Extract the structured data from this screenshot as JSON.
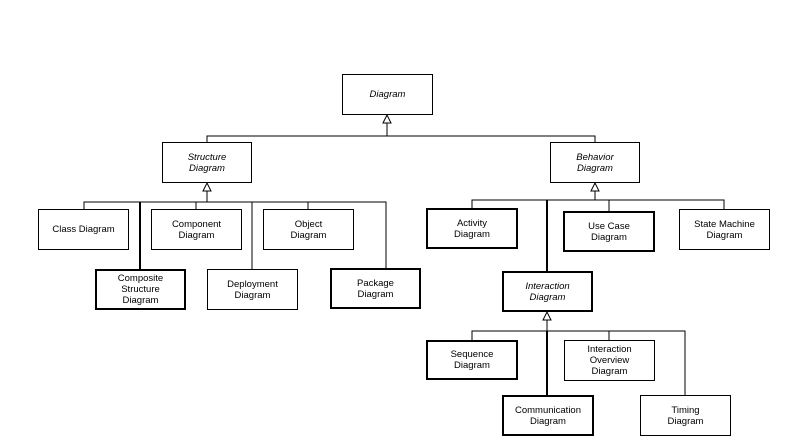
{
  "diagram": {
    "nodes": {
      "diagram": "Diagram",
      "structure": "Structure\nDiagram",
      "behavior": "Behavior\nDiagram",
      "class": "Class Diagram",
      "component": "Component\nDiagram",
      "object": "Object\nDiagram",
      "composite": "Composite\nStructure\nDiagram",
      "deployment": "Deployment\nDiagram",
      "package": "Package\nDiagram",
      "activity": "Activity\nDiagram",
      "usecase": "Use Case\nDiagram",
      "statemachine": "State Machine\nDiagram",
      "interaction": "Interaction\nDiagram",
      "sequence": "Sequence\nDiagram",
      "overview": "Interaction\nOverview\nDiagram",
      "communication": "Communication\nDiagram",
      "timing": "Timing\nDiagram"
    },
    "colors": {
      "line": "#000000",
      "box_border": "#000000",
      "background": "#ffffff"
    }
  }
}
